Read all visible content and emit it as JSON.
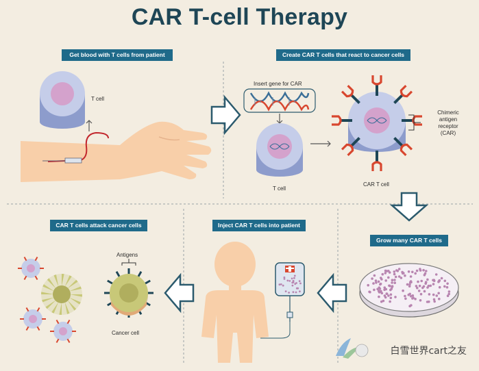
{
  "title": "CAR T-cell Therapy",
  "steps": {
    "get_blood": "Get blood with T cells from patient",
    "create_car": "Create CAR T cells that react to cancer cells",
    "grow": "Grow many CAR T cells",
    "inject": "Inject CAR T cells into patient",
    "attack": "CAR T cells attack cancer cells"
  },
  "labels": {
    "t_cell_top": "T cell",
    "insert_gene": "Insert gene for CAR",
    "t_cell_mid": "T cell",
    "car_t_cell": "CAR T cell",
    "chimeric_1": "Chimeric",
    "chimeric_2": "antigen",
    "chimeric_3": "receptor",
    "chimeric_4": "(CAR)",
    "antigens": "Antigens",
    "cancer_cell": "Cancer cell"
  },
  "watermark": "白雪世界cart之友",
  "colors": {
    "background": "#f3ede1",
    "title": "#1e4656",
    "step_pill": "#1f6a8a",
    "skin": "#f8cfa9",
    "cell_outer": "#c5cde9",
    "cell_inner": "#d4a2cc",
    "receptor_red": "#d8472f",
    "receptor_stem": "#1e4656",
    "cancer_body": "#c8c878",
    "dna_red": "#d8472f",
    "dna_blue": "#3a6e97"
  }
}
